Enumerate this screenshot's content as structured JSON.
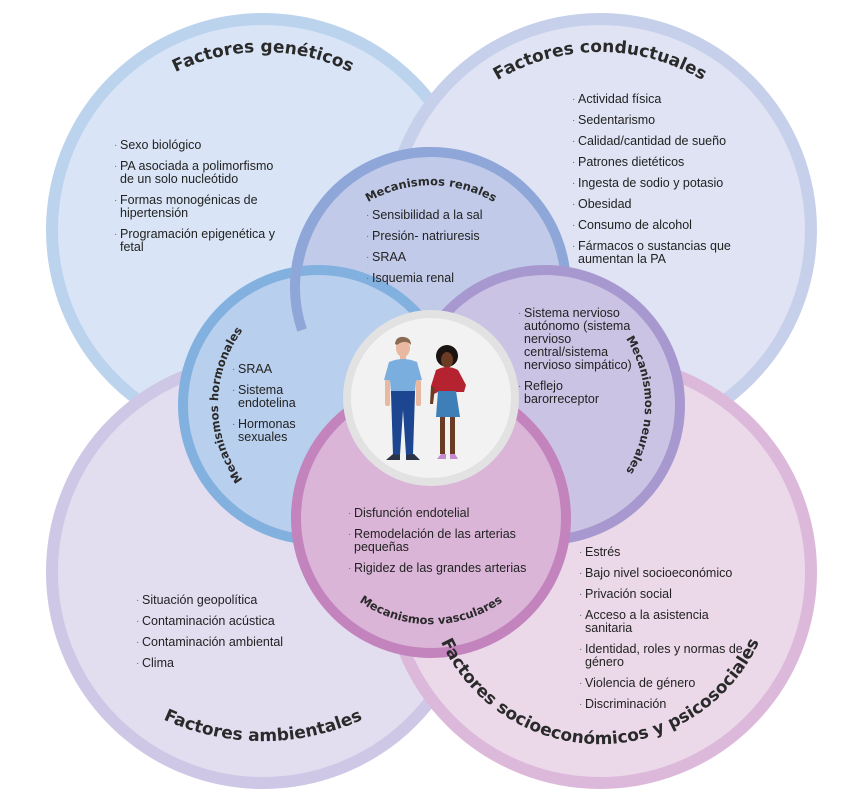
{
  "diagram": {
    "type": "venn",
    "colors": {
      "geneticos_fill": "#d9e5f6",
      "geneticos_stroke": "#bcd3ee",
      "conductuales_fill": "#dfe3f3",
      "conductuales_stroke": "#c6d0eb",
      "ambientales_fill": "#e2def0",
      "ambientales_stroke": "#cec7e5",
      "socio_fill": "#ebd9ea",
      "socio_stroke": "#dcb9da",
      "renales_fill": "#c1cbe9",
      "renales_stroke": "#8fa6d8",
      "hormonales_fill": "#b9cfee",
      "hormonales_stroke": "#83b1df",
      "neurales_fill": "#cbc3e4",
      "neurales_stroke": "#a799cf",
      "vasculares_fill": "#dab5d8",
      "vasculares_stroke": "#c383bd",
      "center_fill": "#f2f2f2",
      "center_stroke": "#e2e2e2"
    },
    "outer": {
      "geneticos": {
        "title": "Factores genéticos",
        "items": [
          "Sexo biológico",
          "PA asociada a polimorfismo de un solo nucleótido",
          "Formas monogénicas de hipertensión",
          "Programación epigenética y fetal"
        ]
      },
      "conductuales": {
        "title": "Factores conductuales",
        "items": [
          "Actividad física",
          "Sedentarismo",
          "Calidad/cantidad de sueño",
          "Patrones dietéticos",
          "Ingesta de sodio y potasio",
          "Obesidad",
          "Consumo de alcohol",
          "Fármacos o sustancias que aumentan la PA"
        ]
      },
      "ambientales": {
        "title": "Factores ambientales",
        "items": [
          "Situación geopolítica",
          "Contaminación acústica",
          "Contaminación ambiental",
          "Clima"
        ]
      },
      "socio": {
        "title": "Factores socioeconómicos y psicosociales",
        "items": [
          "Estrés",
          "Bajo nivel socioeconómico",
          "Privación social",
          "Acceso a la asistencia sanitaria",
          "Identidad, roles y normas de género",
          "Violencia de género",
          "Discriminación"
        ]
      }
    },
    "inner": {
      "renales": {
        "title": "Mecanismos renales",
        "items": [
          "Sensibilidad a la sal",
          "Presión- natriuresis",
          "SRAA",
          "Isquemia renal"
        ]
      },
      "hormonales": {
        "title": "Mecanismos hormonales",
        "items": [
          "SRAA",
          "Sistema endotelina",
          "Hormonas sexuales"
        ]
      },
      "neurales": {
        "title": "Mecanismos neurales",
        "items": [
          "Sistema nervioso autónomo (sistema nervioso central/sistema nervioso simpático)",
          "Reflejo barorreceptor"
        ]
      },
      "vasculares": {
        "title": "Mecanismos vasculares",
        "items": [
          "Disfunción endotelial",
          "Remodelación de las arterias pequeñas",
          "Rigidez de las grandes arterias"
        ]
      }
    },
    "center": {
      "illustration": "man-and-woman-standing",
      "colors": {
        "man_shirt": "#7aaedf",
        "man_pants": "#1d4690",
        "man_skin": "#e8b8a0",
        "man_hair": "#8a6a50",
        "woman_top": "#b52230",
        "woman_skirt": "#3f7fb8",
        "woman_skin": "#6b3b23",
        "woman_hair": "#1b1212",
        "woman_shoes": "#c68ad0",
        "shoes_dark": "#2b3444"
      }
    }
  }
}
